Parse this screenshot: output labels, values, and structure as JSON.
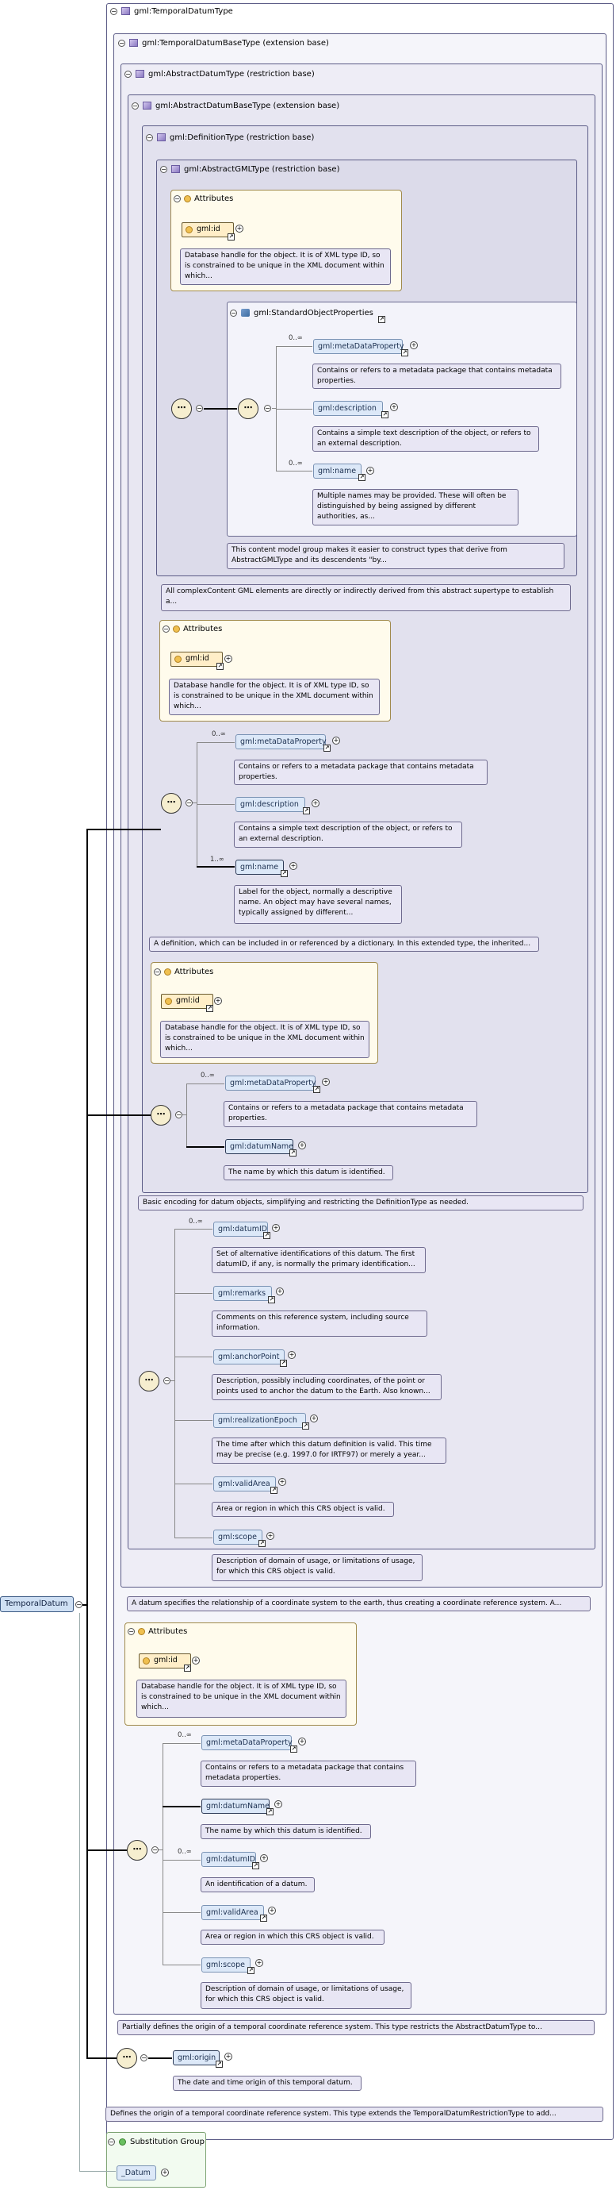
{
  "root": {
    "element": "TemporalDatum",
    "type": "gml:TemporalDatumType"
  },
  "types": {
    "temporalBase": "gml:TemporalDatumBaseType (extension base)",
    "abstractDatum": "gml:AbstractDatumType (restriction base)",
    "abstractDatumBase": "gml:AbstractDatumBaseType (extension base)",
    "definition": "gml:DefinitionType (restriction base)",
    "abstractGML": "gml:AbstractGMLType (restriction base)"
  },
  "labels": {
    "attributes": "Attributes",
    "gmlid": "gml:id",
    "idDesc": "Database handle for the object. It is of XML type ID, so is constrained to be unique in the XML document within which...",
    "standardProps": "gml:StandardObjectProperties",
    "metaDataProperty": "gml:metaDataProperty",
    "metaDataDesc": "Contains or refers to a metadata package that contains metadata properties.",
    "description": "gml:description",
    "descriptionDesc": "Contains a simple text description of the object, or refers to an external description.",
    "name": "gml:name",
    "datumName": "gml:datumName",
    "datumNameDesc": "The name by which this datum is identified.",
    "datumID": "gml:datumID",
    "remarks": "gml:remarks",
    "anchorPoint": "gml:anchorPoint",
    "realizationEpoch": "gml:realizationEpoch",
    "validArea": "gml:validArea",
    "validAreaDesc": "Area or region in which this CRS object is valid.",
    "scope": "gml:scope",
    "scopeDesc": "Description of domain of usage, or limitations of usage, for which this CRS object is valid.",
    "origin": "gml:origin",
    "originDesc": "The date and time origin of this temporal datum.",
    "substitutionGroup": "Substitution Group",
    "datum": "_Datum",
    "cardMany": "0..∞",
    "cardOneMany": "1..∞"
  },
  "descriptions": {
    "nameMultiple": "Multiple names may be provided. These will often be distinguished by being assigned by different authorities, as...",
    "nameLabel": "Label for the object, normally a descriptive name. An object may have several names, typically assigned by different...",
    "standardGroup": "This content model group makes it easier to construct types that derive from AbstractGMLType and its descendents \"by...",
    "abstractGMLType": "All complexContent GML elements are directly or indirectly derived from this abstract supertype to establish a...",
    "definitionType": "A definition, which can be included in or referenced by a dictionary. In this extended type, the inherited...",
    "abstractDatumBase": "Basic encoding for datum objects, simplifying and restricting the DefinitionType as needed.",
    "datumIDSet": "Set of alternative identifications of this datum. The first datumID, if any, is normally the primary identification...",
    "remarksDesc": "Comments on this reference system, including source information.",
    "anchorDesc": "Description, possibly including coordinates, of the point or points used to anchor the datum to the Earth. Also known...",
    "epochDesc": "The time after which this datum definition is valid. This time may be precise (e.g. 1997.0 for IRTF97) or merely a year...",
    "abstractDatumType": "A datum specifies the relationship of a coordinate system to the earth, thus creating a coordinate reference system. A...",
    "datumIDOne": "An identification of a datum.",
    "temporalBase": "Partially defines the origin of a temporal coordinate reference system. This type restricts the AbstractDatumType to...",
    "temporalDatumType": "Defines the origin of a temporal coordinate reference system. This type extends the TemporalDatumRestrictionType to add..."
  },
  "colors": {
    "typeBg": "#ecebf5",
    "elementBg": "#dce8f8",
    "attrBg": "#fffbec",
    "descBg": "#e8e6f4"
  }
}
